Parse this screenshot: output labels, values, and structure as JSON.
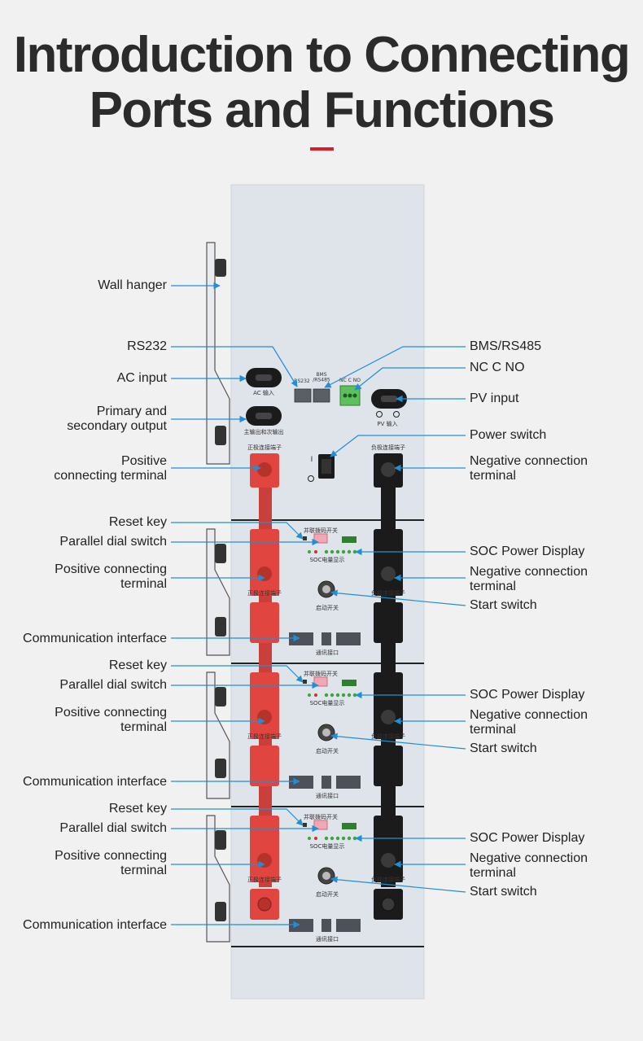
{
  "title_lines": [
    "Introduction to Connecting",
    "Ports and Functions"
  ],
  "colors": {
    "accent": "#d81f26",
    "leader": "#1f8fd6",
    "panel": "#dfe3ea",
    "red_terminal": "#e0463f",
    "black_terminal": "#1b1b1b"
  },
  "labels": {
    "wall_hanger": "Wall hanger",
    "rs232": "RS232",
    "ac_input": "AC input",
    "primary_secondary_output": "Primary and\nsecondary output",
    "positive_terminal_top": "Positive\nconnecting terminal",
    "bms_rs485": "BMS/RS485",
    "nc_c_no": "NC C NO",
    "pv_input": "PV input",
    "power_switch": "Power switch",
    "negative_terminal_top": "Negative connection\nterminal",
    "modules": [
      {
        "reset_key": "Reset key",
        "parallel_dial_switch": "Parallel dial switch",
        "positive_terminal": "Positive connecting\nterminal",
        "communication_interface": "Communication interface",
        "soc_display": "SOC Power Display",
        "negative_terminal": "Negative connection\nterminal",
        "start_switch": "Start switch"
      },
      {
        "reset_key": "Reset key",
        "parallel_dial_switch": "Parallel dial switch",
        "positive_terminal": "Positive connecting\nterminal",
        "communication_interface": "Communication interface",
        "soc_display": "SOC Power Display",
        "negative_terminal": "Negative connection\nterminal",
        "start_switch": "Start switch"
      },
      {
        "reset_key": "Reset key",
        "parallel_dial_switch": "Parallel dial switch",
        "positive_terminal": "Positive connecting\nterminal",
        "communication_interface": "Communication interface",
        "soc_display": "SOC Power Display",
        "negative_terminal": "Negative connection\nterminal",
        "start_switch": "Start switch"
      }
    ]
  },
  "panel_text": {
    "ac_port": "AC 输入",
    "main_output_port": "主输出和次输出",
    "rs232_port": "RS232",
    "bms_port": "BMS\n/RS485",
    "nc_port": "NC C NO",
    "pv_port": "PV 输入",
    "positive_terminal": "正极连接端子",
    "negative_terminal": "负极连接端子",
    "power_on_mark": "I",
    "module_dial": "并联拨码开关",
    "module_soc": "SOC电量显示",
    "module_start": "启动开关",
    "module_comm": "通讯接口",
    "module_positive": "正极连接端子",
    "module_negative": "负极连接端子"
  }
}
